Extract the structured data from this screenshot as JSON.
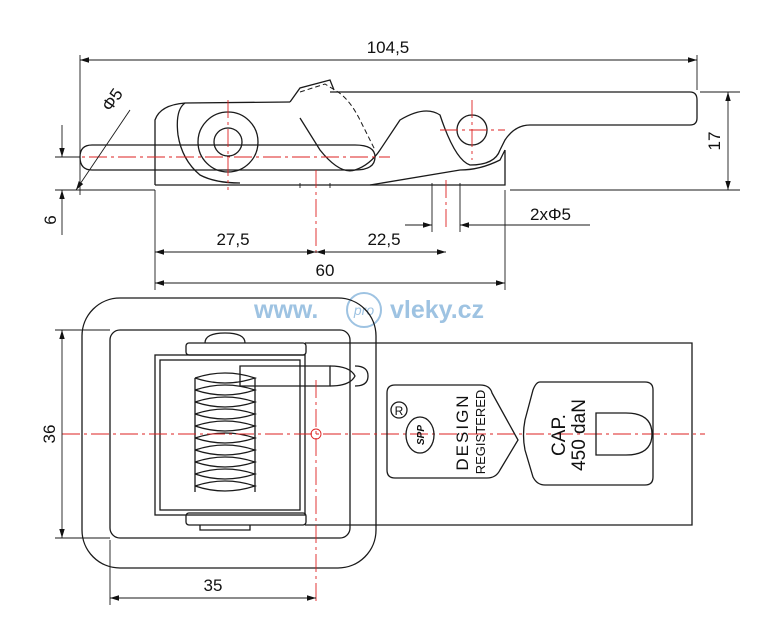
{
  "dimensions": {
    "overall_length": "104,5",
    "pivot_hole_diameter": "Φ5",
    "height_right": "17",
    "thickness_left": "6",
    "hole_spacing_1": "27,5",
    "hole_spacing_2": "22,5",
    "mount_holes": "2xΦ5",
    "base_length": "60",
    "width": "36",
    "spring_width": "35"
  },
  "watermark": {
    "prefix": "www.",
    "badge": "pro",
    "suffix": "vleky.cz"
  },
  "marking": {
    "registered_symbol": "R",
    "design_line1": "DESIGN",
    "design_line2": "REGISTERED",
    "cap_line1": "CAP.",
    "cap_line2": "450 daN"
  },
  "colors": {
    "outline": "#1a1a1a",
    "center_lines": "#dd2222",
    "watermark": "#9ec3e2"
  }
}
